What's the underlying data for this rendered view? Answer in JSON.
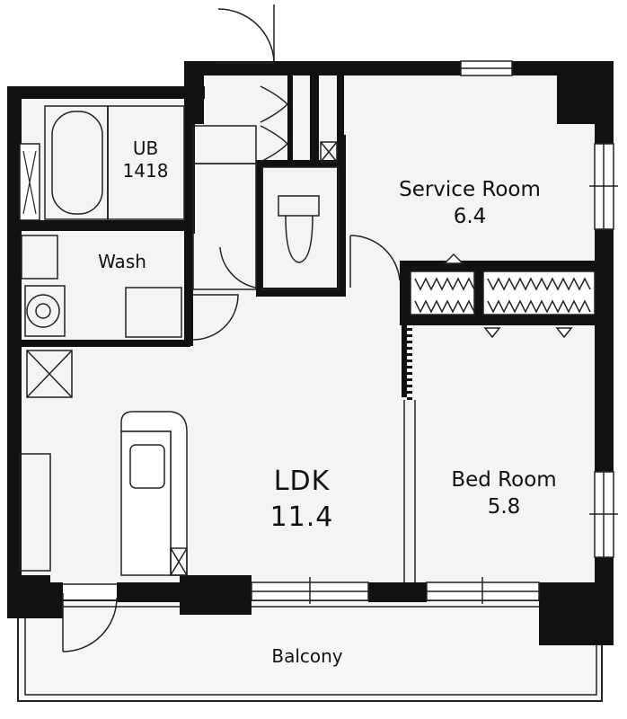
{
  "rooms": {
    "ub": {
      "name": "UB",
      "size": "1418"
    },
    "wash": {
      "name": "Wash"
    },
    "service_room": {
      "name": "Service Room",
      "size": "6.4"
    },
    "bed_room": {
      "name": "Bed Room",
      "size": "5.8"
    },
    "ldk": {
      "name": "LDK",
      "size": "11.4"
    },
    "balcony": {
      "name": "Balcony"
    }
  },
  "colors": {
    "wall": "#111111",
    "line": "#222222",
    "floor": "#f4f4f4",
    "paper": "#ffffff"
  }
}
